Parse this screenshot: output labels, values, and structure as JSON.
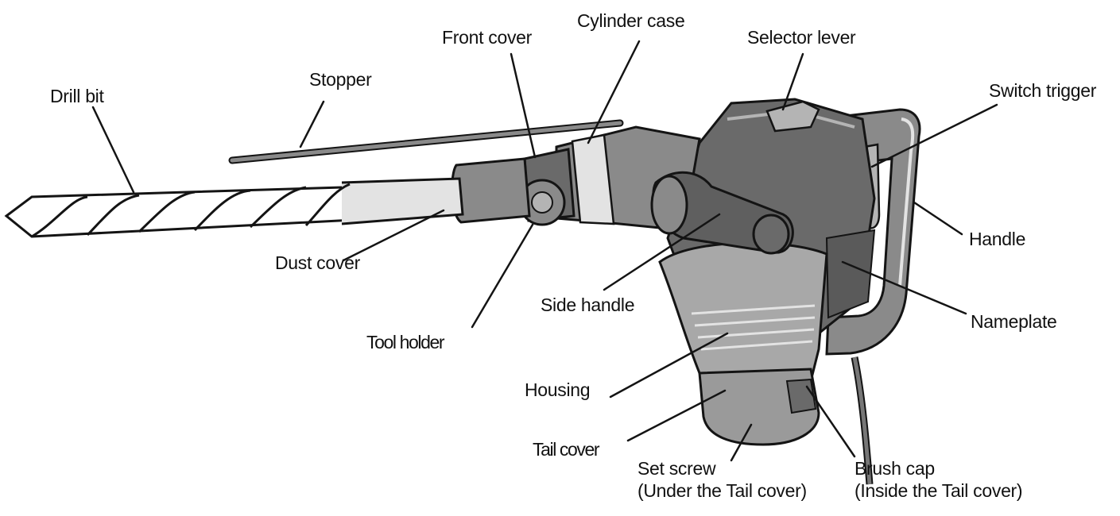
{
  "colors": {
    "body_dark": "#5f5f5f",
    "body_mid": "#8a8a8a",
    "body_light": "#b4b4b4",
    "highlight": "#e3e3e3",
    "outline": "#141414",
    "leader": "#141414",
    "label_text": "#111111"
  },
  "labels": {
    "drill_bit": "Drill bit",
    "stopper": "Stopper",
    "front_cover": "Front cover",
    "cylinder_case": "Cylinder case",
    "selector_lever": "Selector lever",
    "switch_trigger": "Switch trigger",
    "handle": "Handle",
    "nameplate": "Nameplate",
    "dust_cover": "Dust cover",
    "side_handle": "Side handle",
    "tool_holder": "Tool holder",
    "housing": "Housing",
    "tail_cover": "Tail cover",
    "set_screw": "Set screw",
    "set_screw_note": "(Under the Tail cover)",
    "brush_cap": "Brush cap",
    "brush_cap_note": "(Inside the Tail cover)"
  }
}
